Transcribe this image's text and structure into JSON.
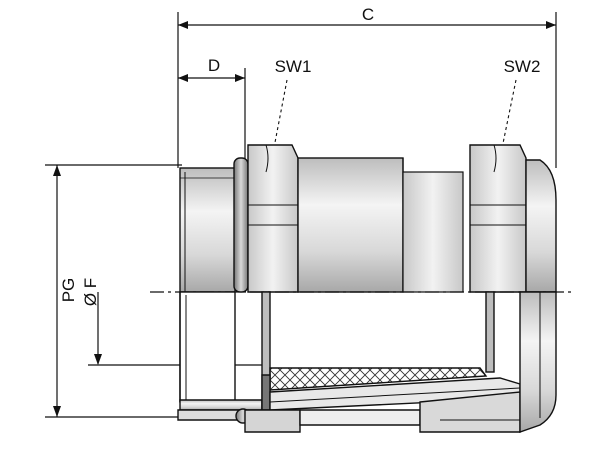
{
  "labels": {
    "c": "C",
    "d": "D",
    "sw1": "SW1",
    "sw2": "SW2",
    "pg": "PG",
    "f": "Ø F"
  },
  "colors": {
    "stroke": "#111111",
    "body_light": "#e6e6e6",
    "body_mid": "#cfcfcf",
    "body_dark": "#9a9a9a",
    "highlight": "#ffffff"
  }
}
